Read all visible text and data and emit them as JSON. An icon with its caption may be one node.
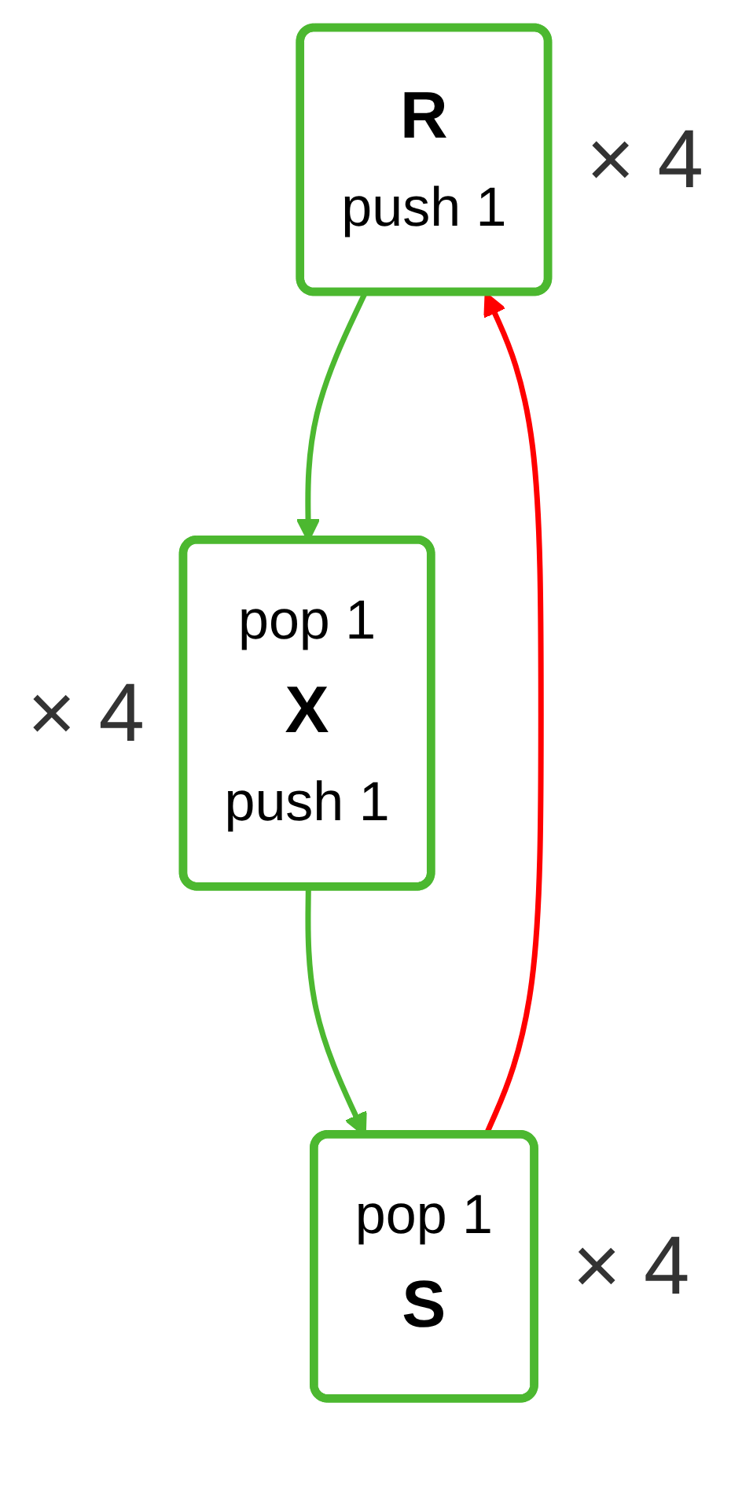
{
  "diagram": {
    "nodes": [
      {
        "text": [
          "R",
          "push 1"
        ],
        "beside": [
          "× 4"
        ]
      },
      {
        "text": [
          "pop 1",
          "X",
          "push 1"
        ],
        "beside": [
          "× 4"
        ]
      },
      {
        "text": [
          "pop 1",
          "S"
        ],
        "beside": [
          "× 4"
        ]
      }
    ],
    "edges": [
      {
        "from": 0,
        "to": 1,
        "arrow": "to"
      },
      {
        "from": 1,
        "to": 2,
        "arrow": "to"
      },
      {
        "from": 2,
        "to": 0,
        "arrow": "to",
        "color": "#ff0000"
      }
    ]
  }
}
